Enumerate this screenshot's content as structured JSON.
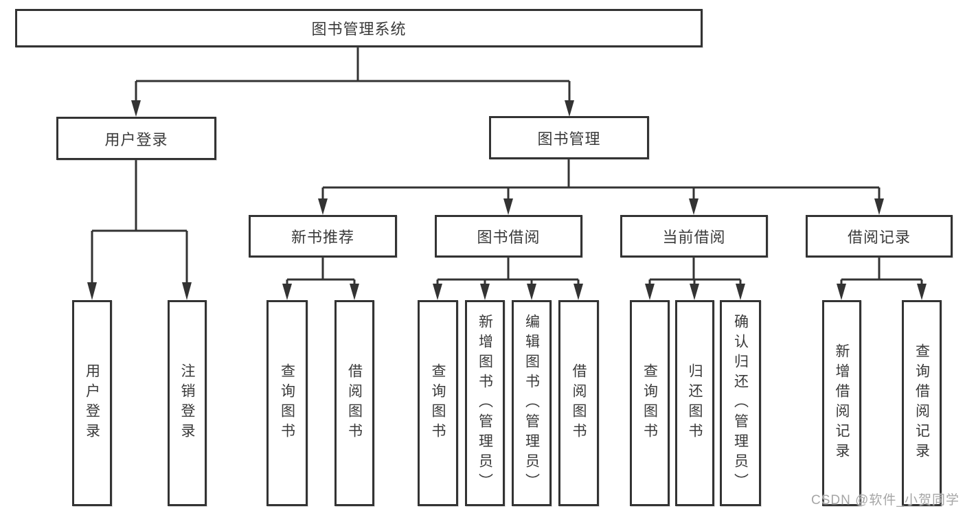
{
  "colors": {
    "background": "#ffffff",
    "line": "#333333",
    "box_border": "#333333",
    "text": "#3a3a3a",
    "watermark": "#a6a6a6"
  },
  "watermark": "CSDN @软件_小贺同学",
  "tree": {
    "root": "图书管理系统",
    "children": [
      {
        "label": "用户登录",
        "children": [
          "用户登录",
          "注销登录"
        ]
      },
      {
        "label": "图书管理",
        "children": [
          {
            "label": "新书推荐",
            "children": [
              "查询图书",
              "借阅图书"
            ]
          },
          {
            "label": "图书借阅",
            "children": [
              "查询图书",
              "新增图书（管理员）",
              "编辑图书（管理员）",
              "借阅图书"
            ]
          },
          {
            "label": "当前借阅",
            "children": [
              "查询图书",
              "归还图书",
              "确认归还（管理员）"
            ]
          },
          {
            "label": "借阅记录",
            "children": [
              "新增借阅记录",
              "查询借阅记录"
            ]
          }
        ]
      }
    ]
  }
}
